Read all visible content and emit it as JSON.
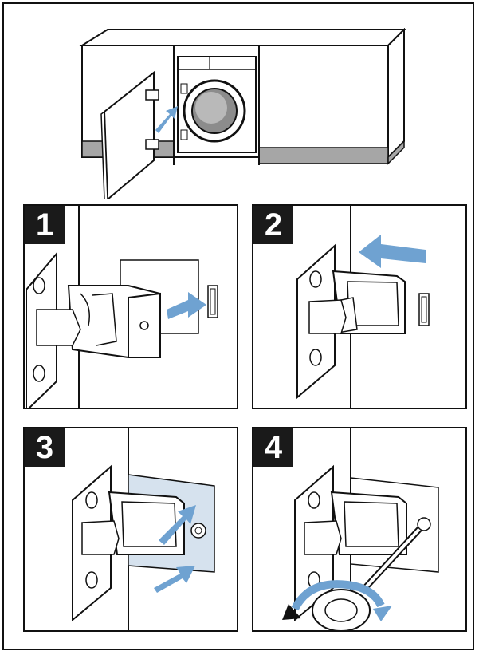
{
  "colors": {
    "ink": "#111111",
    "arrow": "#6fa2d1",
    "arrow_light": "#a9c7e6",
    "plinth": "#a6a6a6",
    "drum_dark": "#8c8c8c",
    "drum_light": "#cfcfcf",
    "badge_bg": "#1a1a1a",
    "badge_text": "#ffffff",
    "plate_highlight": "#d6e2ee"
  },
  "steps": [
    {
      "number": "1"
    },
    {
      "number": "2"
    },
    {
      "number": "3"
    },
    {
      "number": "4"
    }
  ]
}
